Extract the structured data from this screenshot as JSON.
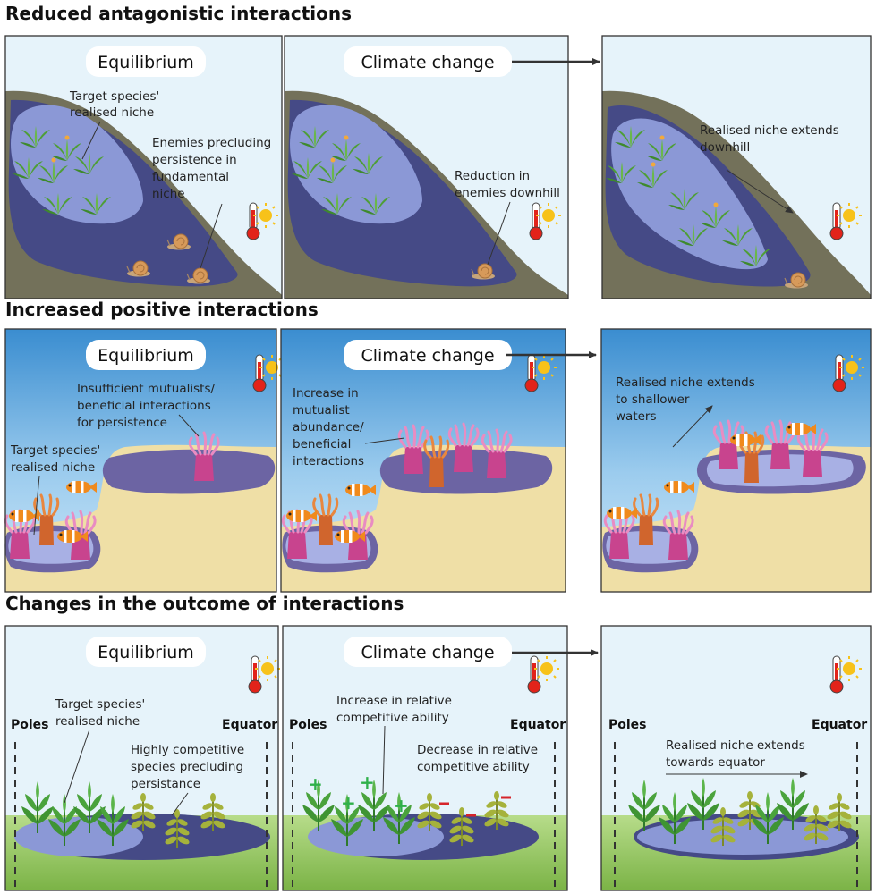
{
  "sections": [
    {
      "title": "Reduced antagonistic interactions",
      "panels": [
        {
          "badge": "Equilibrium",
          "labels": [
            "Target species'",
            "realised niche",
            "Enemies precluding",
            "persistence in",
            "fundamental",
            "niche"
          ]
        },
        {
          "badge": "Climate change",
          "labels": [
            "Reduction in",
            "enemies downhill"
          ]
        },
        {
          "labels": [
            "Realised niche extends",
            "downhill"
          ]
        }
      ]
    },
    {
      "title": "Increased positive interactions",
      "panels": [
        {
          "badge": "Equilibrium",
          "labels": [
            "Insufficient mutualists/",
            "beneficial interactions",
            "for persistence",
            "Target species'",
            "realised niche"
          ]
        },
        {
          "badge": "Climate change",
          "labels": [
            "Increase in",
            "mutualist",
            "abundance/",
            "beneficial",
            "interactions"
          ]
        },
        {
          "labels": [
            "Realised niche extends",
            "to shallower",
            "waters"
          ]
        }
      ]
    },
    {
      "title": "Changes in the outcome of interactions",
      "panels": [
        {
          "badge": "Equilibrium",
          "poles": "Poles",
          "equator": "Equator",
          "labels": [
            "Target species'",
            "realised niche",
            "Highly competitive",
            "species precluding",
            "persistance"
          ]
        },
        {
          "badge": "Climate change",
          "poles": "Poles",
          "equator": "Equator",
          "labels": [
            "Increase in relative",
            "competitive ability",
            "Decrease in relative",
            "competitive ability"
          ]
        },
        {
          "poles": "Poles",
          "equator": "Equator",
          "labels": [
            "Realised niche extends",
            "towards equator"
          ]
        }
      ]
    }
  ],
  "colors": {
    "sky": "#e6f3fa",
    "hill": "#73715a",
    "enemy_zone": "#454a86",
    "niche": "#8b98d6",
    "sea_top": "#3d8fd0",
    "sand": "#efdfa6",
    "grass": "#8fbf54",
    "plus": "#2fb04a",
    "minus": "#d6242a"
  }
}
